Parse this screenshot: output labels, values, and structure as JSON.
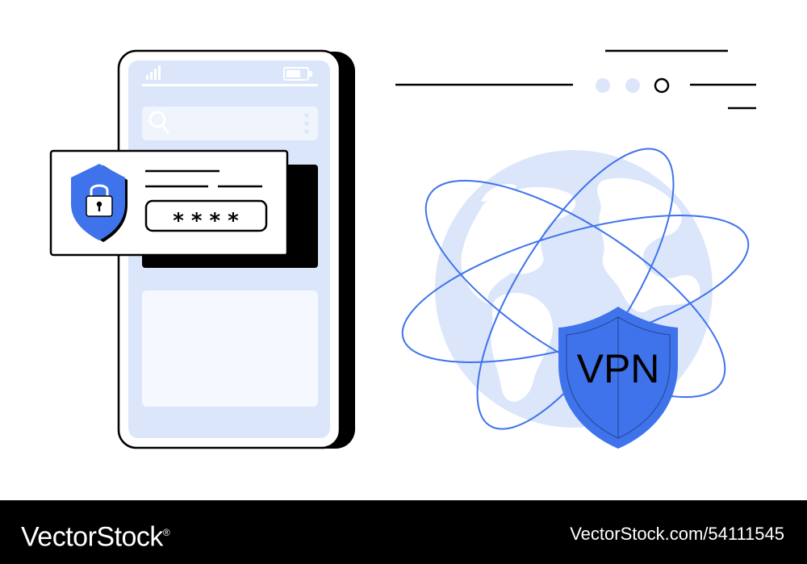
{
  "illustration": {
    "shield_text": "VPN",
    "password_mask": "* * * *",
    "colors": {
      "accent_blue": "#3f73ec",
      "light_blue": "#dce6fb",
      "stroke": "#000000",
      "background": "#ffffff"
    },
    "icons": [
      "signal-icon",
      "battery-icon",
      "search-icon",
      "more-vert-icon",
      "lock-icon",
      "shield-icon",
      "globe-icon",
      "vpn-shield-icon"
    ]
  },
  "footer": {
    "brand": "VectorStock",
    "brand_mark": "®",
    "stock_id": "VectorStock.com/54111545"
  }
}
